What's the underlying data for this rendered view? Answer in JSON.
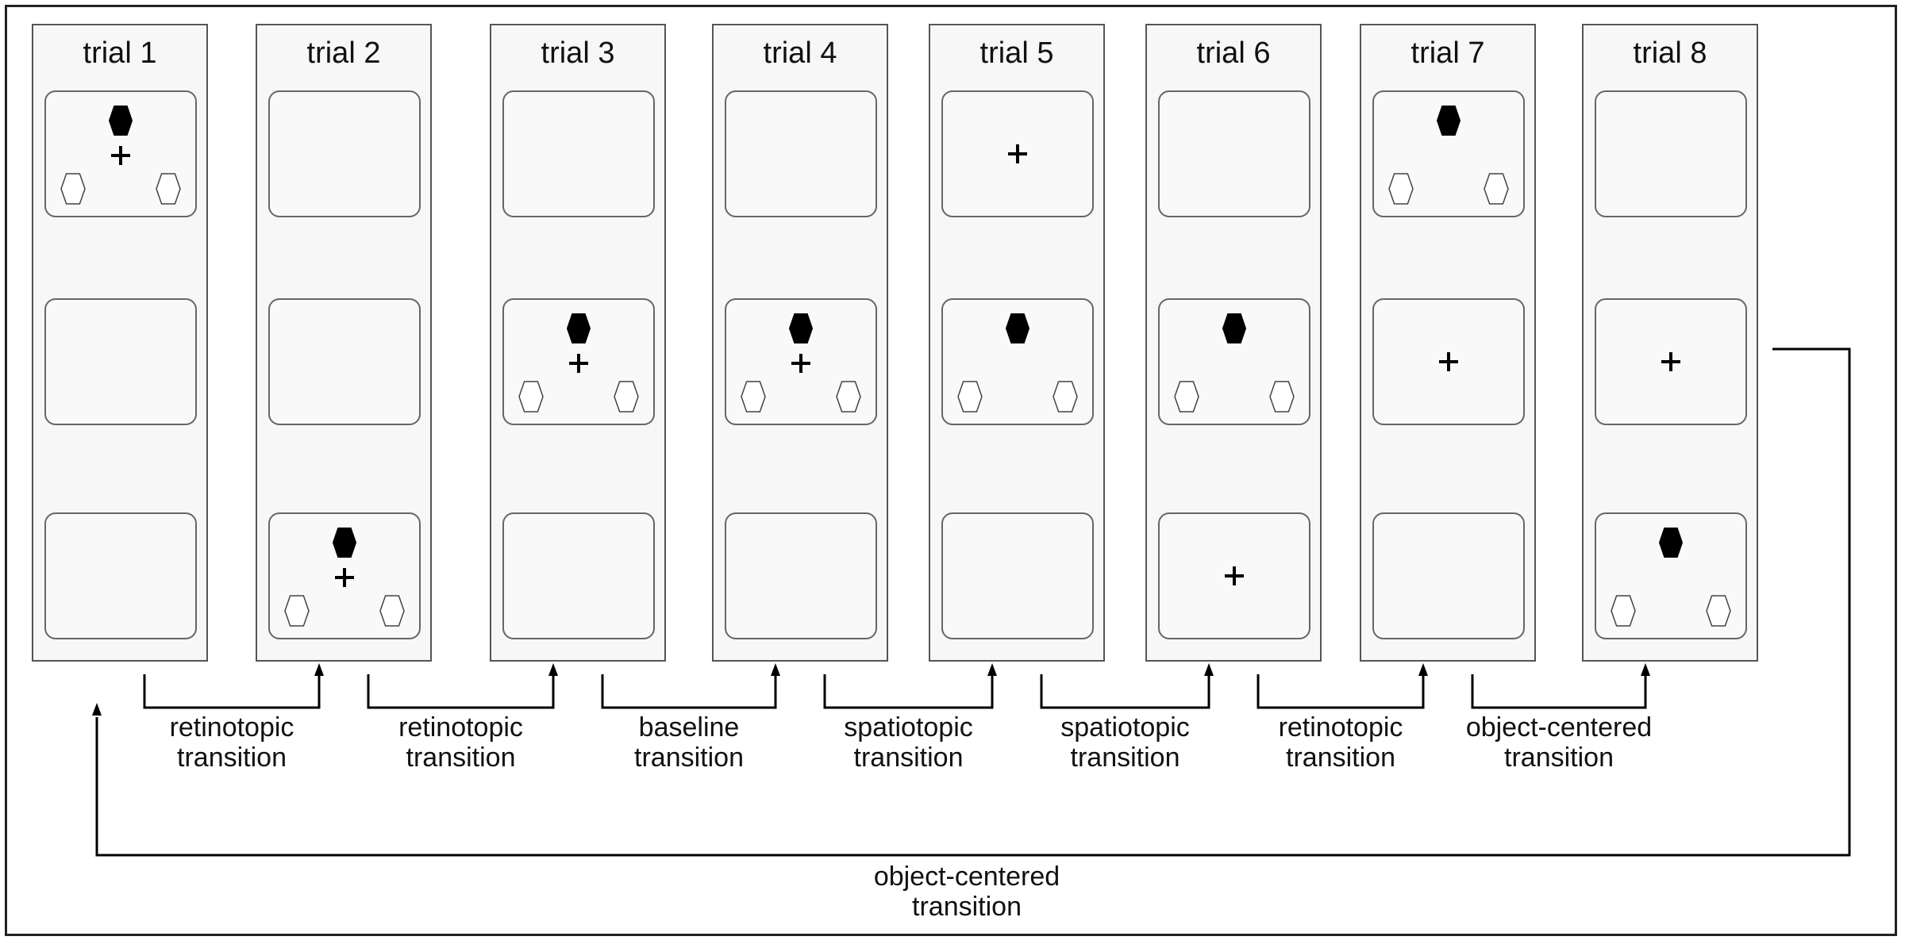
{
  "trials": [
    {
      "title": "trial 1",
      "screens": [
        {
          "fixation": true,
          "targets": true
        },
        {
          "fixation": false,
          "targets": false
        },
        {
          "fixation": false,
          "targets": false
        }
      ]
    },
    {
      "title": "trial 2",
      "screens": [
        {
          "fixation": false,
          "targets": false
        },
        {
          "fixation": false,
          "targets": false
        },
        {
          "fixation": true,
          "targets": true
        }
      ]
    },
    {
      "title": "trial 3",
      "screens": [
        {
          "fixation": false,
          "targets": false
        },
        {
          "fixation": true,
          "targets": true
        },
        {
          "fixation": false,
          "targets": false
        }
      ]
    },
    {
      "title": "trial 4",
      "screens": [
        {
          "fixation": false,
          "targets": false
        },
        {
          "fixation": true,
          "targets": true
        },
        {
          "fixation": false,
          "targets": false
        }
      ]
    },
    {
      "title": "trial 5",
      "screens": [
        {
          "fixation": true,
          "targets": false
        },
        {
          "fixation": false,
          "targets": true
        },
        {
          "fixation": false,
          "targets": false
        }
      ]
    },
    {
      "title": "trial 6",
      "screens": [
        {
          "fixation": false,
          "targets": false
        },
        {
          "fixation": false,
          "targets": true
        },
        {
          "fixation": true,
          "targets": false
        }
      ]
    },
    {
      "title": "trial 7",
      "screens": [
        {
          "fixation": false,
          "targets": true
        },
        {
          "fixation": true,
          "targets": false
        },
        {
          "fixation": false,
          "targets": false
        }
      ]
    },
    {
      "title": "trial 8",
      "screens": [
        {
          "fixation": false,
          "targets": false
        },
        {
          "fixation": true,
          "targets": false
        },
        {
          "fixation": false,
          "targets": true
        }
      ]
    }
  ],
  "transitions": [
    {
      "from": 1,
      "to": 2,
      "line1": "retinotopic",
      "line2": "transition"
    },
    {
      "from": 2,
      "to": 3,
      "line1": "retinotopic",
      "line2": "transition"
    },
    {
      "from": 3,
      "to": 4,
      "line1": "baseline",
      "line2": "transition"
    },
    {
      "from": 4,
      "to": 5,
      "line1": "spatiotopic",
      "line2": "transition"
    },
    {
      "from": 5,
      "to": 6,
      "line1": "spatiotopic",
      "line2": "transition"
    },
    {
      "from": 6,
      "to": 7,
      "line1": "retinotopic",
      "line2": "transition"
    },
    {
      "from": 7,
      "to": 8,
      "line1": "object-centered",
      "line2": "transition"
    }
  ],
  "loop_transition": {
    "from": 8,
    "to": 1,
    "line1": "object-centered",
    "line2": "transition"
  },
  "colors": {
    "target_fill": "#000000",
    "distractor_fill": "#ffffff",
    "panel_bg": "#f7f7f7",
    "border": "#555555"
  }
}
